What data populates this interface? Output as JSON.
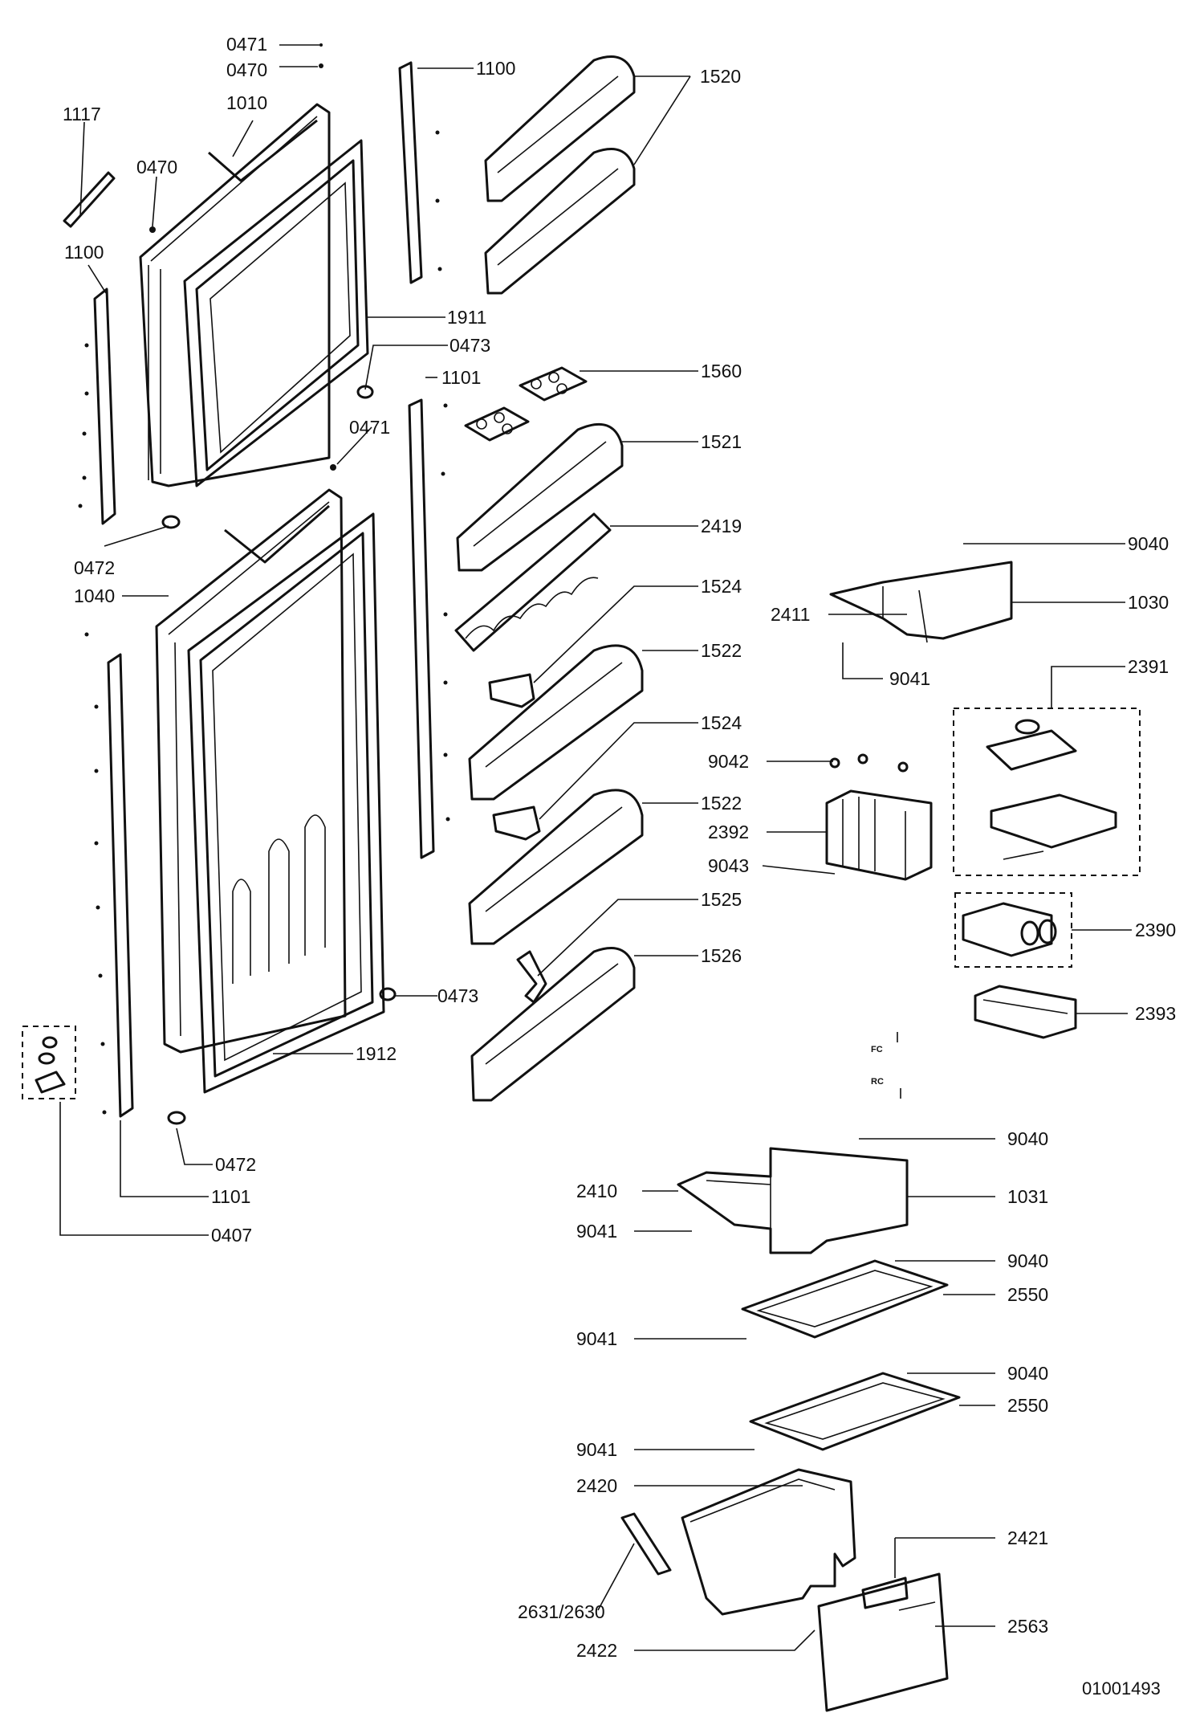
{
  "diagram": {
    "labels": {
      "l0471a": "0471",
      "l0470a": "0470",
      "l1117": "1117",
      "l1010": "1010",
      "l0470b": "0470",
      "l1100a": "1100",
      "l1100b": "1100",
      "l1911": "1911",
      "l0473a": "0473",
      "l1101a": "1101",
      "l0471b": "0471",
      "l0472a": "0472",
      "l1040": "1040",
      "l1520": "1520",
      "l1560": "1560",
      "l1521": "1521",
      "l2419": "2419",
      "l1524a": "1524",
      "l1522a": "1522",
      "l1524b": "1524",
      "l1522b": "1522",
      "l1525": "1525",
      "l1526": "1526",
      "l0473b": "0473",
      "l1912": "1912",
      "l0472b": "0472",
      "l1101b": "1101",
      "l0407": "0407",
      "l9040a": "9040",
      "l2411": "2411",
      "l1030": "1030",
      "l9041a": "9041",
      "l2391": "2391",
      "l9042": "9042",
      "l2392": "2392",
      "l9043": "9043",
      "l2390": "2390",
      "l2393": "2393",
      "l9040b": "9040",
      "l2410": "2410",
      "l1031": "1031",
      "l9041b": "9041",
      "l9040c": "9040",
      "l2550a": "2550",
      "l9041c": "9041",
      "l9040d": "9040",
      "l2550b": "2550",
      "l9041d": "9041",
      "l2420": "2420",
      "l2421": "2421",
      "l2631": "2631/2630",
      "l2422": "2422",
      "l2563": "2563",
      "fc": "FC",
      "rc": "RC"
    },
    "drawing_code": "01001493"
  }
}
